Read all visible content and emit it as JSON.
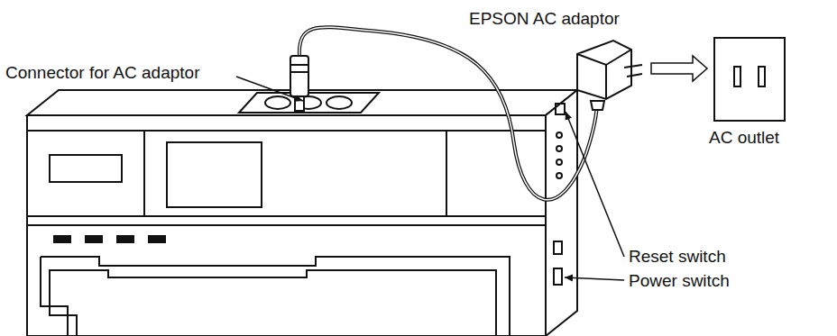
{
  "diagram": {
    "labels": [
      "EPSON AC adaptor",
      "Connector for AC adaptor",
      "AC outlet",
      "Reset switch",
      "Power switch"
    ]
  }
}
